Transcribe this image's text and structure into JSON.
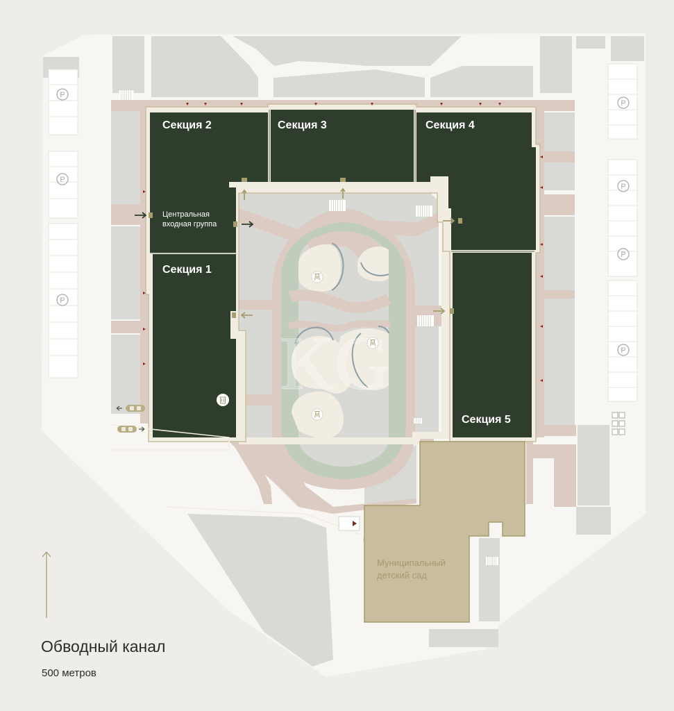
{
  "sections": [
    {
      "id": "section-1",
      "label": "Секция 1"
    },
    {
      "id": "section-2",
      "label": "Секция 2"
    },
    {
      "id": "section-3",
      "label": "Секция 3"
    },
    {
      "id": "section-4",
      "label": "Секция 4"
    },
    {
      "id": "section-5",
      "label": "Секция 5"
    }
  ],
  "central_entrance": {
    "line1": "Центральная",
    "line2": "входная группа"
  },
  "kindergarten": {
    "line1": "Муниципальный",
    "line2": "детский сад"
  },
  "canal": {
    "title": "Обводный канал",
    "distance": "500 метров"
  },
  "parking_symbol": "P",
  "watermark": "KG",
  "icons": [
    "north-arrow-icon",
    "parking-icon",
    "car-icon",
    "playground-icon",
    "trash-bin-icon",
    "entrance-arrow-icon",
    "stairs-icon"
  ],
  "colors": {
    "background": "#eeede9",
    "block": "#d8d9d4",
    "building": "#2f3e2c",
    "path": "#dbc8c1",
    "kindergarten": "#c8bd9e",
    "accent": "#a59d6d",
    "garden": "#c0ccbc",
    "road": "#fbfaf6"
  }
}
